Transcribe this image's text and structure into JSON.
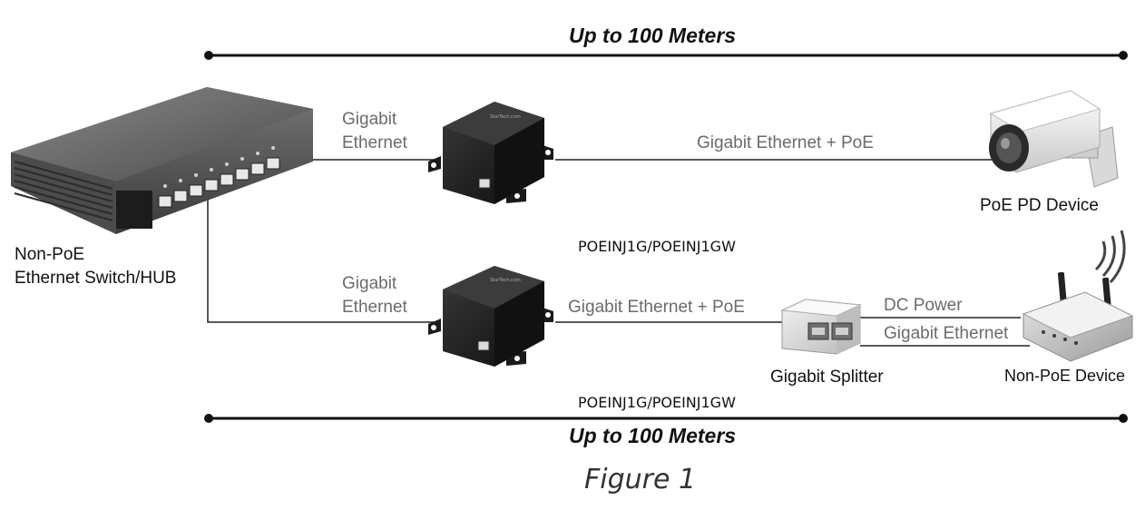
{
  "diagram": {
    "distance_top": "Up to 100 Meters",
    "distance_bottom": "Up to 100 Meters",
    "caption": "Figure 1",
    "switch": {
      "line1": "Non-PoE",
      "line2": "Ethernet Switch/HUB"
    },
    "link_top": {
      "line1": "Gigabit",
      "line2": "Ethernet"
    },
    "link_bottom": {
      "line1": "Gigabit",
      "line2": "Ethernet"
    },
    "poe_link_top": "Gigabit Ethernet + PoE",
    "poe_link_bottom": "Gigabit Ethernet + PoE",
    "injector_top_model": "POEINJ1G/POEINJ1GW",
    "injector_bottom_model": "POEINJ1G/POEINJ1GW",
    "camera_label": "PoE PD Device",
    "splitter_label": "Gigabit Splitter",
    "dc_power_label": "DC Power",
    "splitter_ethernet_label": "Gigabit Ethernet",
    "router_label": "Non-PoE Device"
  },
  "colors": {
    "line": "#111111",
    "label_gray": "#6b6b6b",
    "device_black": "#1a1a1a",
    "switch_gray": "#5a5a5a"
  },
  "icons": [
    "ethernet-switch-icon",
    "poe-injector-icon",
    "ip-camera-icon",
    "poe-splitter-icon",
    "wifi-router-icon"
  ]
}
